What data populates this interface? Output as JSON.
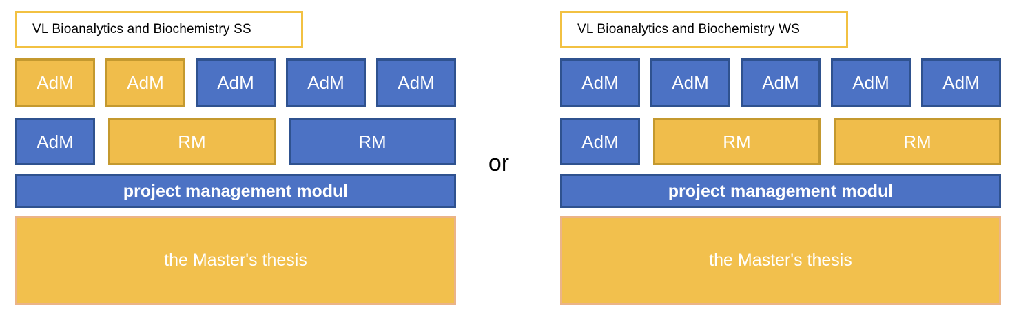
{
  "connector_label": "or",
  "colors": {
    "gold_fill": "#F0BD4B",
    "gold_border": "#C4992F",
    "blue_fill": "#4C72C4",
    "blue_border": "#2F528F",
    "thesis_fill": "#F2C04D",
    "thesis_border": "#EBB488",
    "title_box_border": "#F2C142",
    "title_box_fill": "#FFFFFF",
    "block_text": "#FFFFFF",
    "dark_text": "#000000"
  },
  "columns": [
    {
      "id": "summer-start",
      "title": "VL Bioanalytics and Biochemistry SS",
      "row1": [
        {
          "label": "AdM",
          "variant": "gold"
        },
        {
          "label": "AdM",
          "variant": "gold"
        },
        {
          "label": "AdM",
          "variant": "blue"
        },
        {
          "label": "AdM",
          "variant": "blue"
        },
        {
          "label": "AdM",
          "variant": "blue"
        }
      ],
      "row2": [
        {
          "label": "AdM",
          "variant": "blue"
        },
        {
          "label": "RM",
          "variant": "gold"
        },
        {
          "label": "RM",
          "variant": "blue"
        }
      ],
      "project_module_label": "project management modul",
      "thesis_label": "the Master's thesis"
    },
    {
      "id": "winter-start",
      "title": "VL Bioanalytics and Biochemistry WS",
      "row1": [
        {
          "label": "AdM",
          "variant": "blue"
        },
        {
          "label": "AdM",
          "variant": "blue"
        },
        {
          "label": "AdM",
          "variant": "blue"
        },
        {
          "label": "AdM",
          "variant": "blue"
        },
        {
          "label": "AdM",
          "variant": "blue"
        }
      ],
      "row2": [
        {
          "label": "AdM",
          "variant": "blue"
        },
        {
          "label": "RM",
          "variant": "gold"
        },
        {
          "label": "RM",
          "variant": "gold"
        }
      ],
      "project_module_label": "project management modul",
      "thesis_label": "the Master's thesis"
    }
  ]
}
